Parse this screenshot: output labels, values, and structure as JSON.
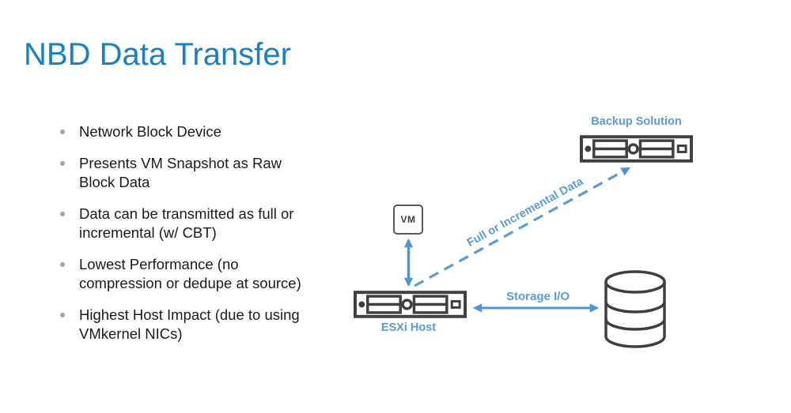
{
  "slide": {
    "title": "NBD Data Transfer"
  },
  "bullets": [
    {
      "lines": [
        "Network Block Device"
      ]
    },
    {
      "lines": [
        "Presents VM Snapshot as Raw",
        "Block Data"
      ]
    },
    {
      "lines": [
        "Data can be transmitted as full or",
        "incremental (w/ CBT)"
      ]
    },
    {
      "lines": [
        "Lowest Performance (no",
        "compression or dedupe at source)"
      ]
    },
    {
      "lines": [
        "Highest Host Impact (due to using",
        "VMkernel NICs)"
      ]
    }
  ],
  "diagram": {
    "backup_label": "Backup Solution",
    "esxi_label": "ESXi Host",
    "vm_label": "VM",
    "storage_arrow_label": "Storage I/O",
    "dashed_arrow_label": "Full or Incremental Data",
    "icons": {
      "backup": "server-icon",
      "esxi": "server-icon",
      "storage": "database-cylinder-icon",
      "vm": "vm-box-icon"
    },
    "colors": {
      "title_blue": "#1a80c4",
      "label_blue": "#5b9bd5",
      "arrow_blue": "#4f94d9",
      "icon_gray": "#3f3f3f"
    }
  }
}
